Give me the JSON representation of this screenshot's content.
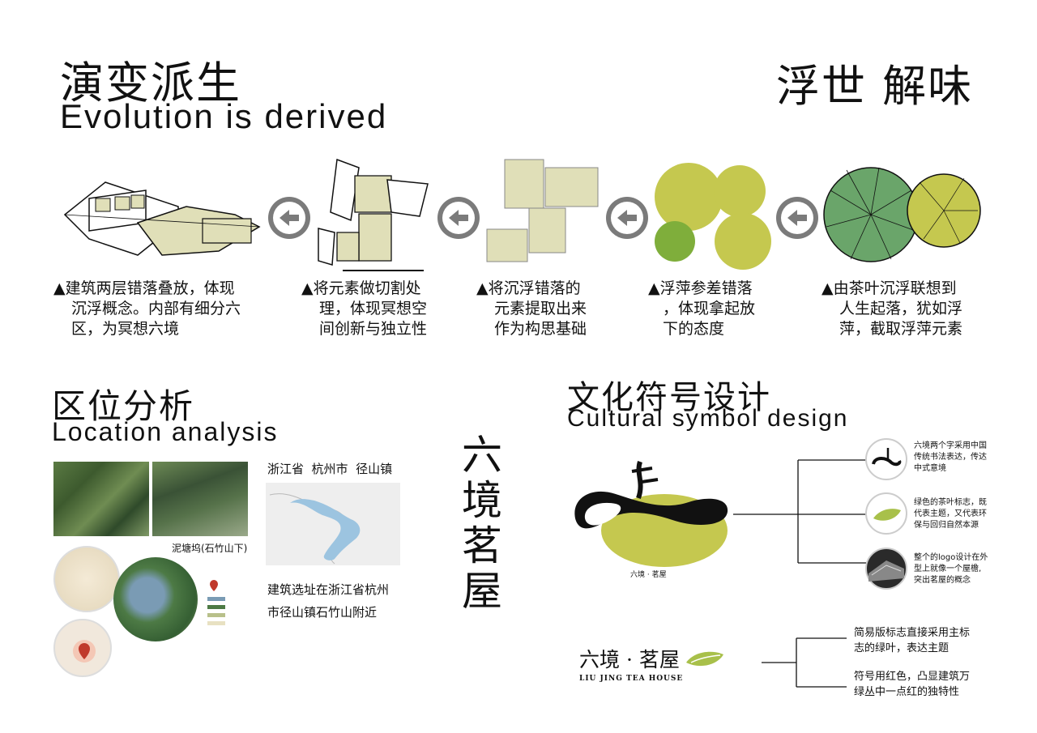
{
  "evolution": {
    "title_cn": "演变派生",
    "title_en": "Evolution is derived",
    "corner_title": "浮世 解味",
    "steps": [
      {
        "lines": [
          "▲建筑两层错落叠放，体现",
          "沉浮概念。内部有细分六",
          "区，为冥想六境"
        ]
      },
      {
        "lines": [
          "▲将元素做切割处",
          "理，体现冥想空",
          "间创新与独立性"
        ]
      },
      {
        "lines": [
          "▲将沉浮错落的",
          "元素提取出来",
          "作为构思基础"
        ]
      },
      {
        "lines": [
          "▲浮萍参差错落",
          "，体现拿起放",
          "下的态度"
        ]
      },
      {
        "lines": [
          "▲由茶叶沉浮联想到",
          "人生起落，犹如浮",
          "萍，截取浮萍元素"
        ]
      }
    ]
  },
  "location": {
    "title_cn": "区位分析",
    "title_en": "Location analysis",
    "region": "浙江省  杭州市  径山镇",
    "place_label": "泥塘坞(石竹山下)",
    "description_lines": [
      "建筑选址在浙江省杭州",
      "市径山镇石竹山附近"
    ]
  },
  "vertical_title": "六境茗屋",
  "symbol": {
    "title_cn": "文化符号设计",
    "title_en": "Cultural symbol design",
    "logo_caption": "六境 · 茗屋",
    "notes": [
      {
        "lines": [
          "六境两个字采用中国",
          "传统书法表达，传达",
          "中式意境"
        ]
      },
      {
        "lines": [
          "绿色的茶叶标志，既",
          "代表主题，又代表环",
          "保与回归自然本源"
        ]
      },
      {
        "lines": [
          "整个的logo设计在外",
          "型上就像一个屋檐,",
          "突出茗屋的概念"
        ]
      }
    ],
    "simple_logo_cn": "六境 · 茗屋",
    "simple_logo_en": "LIU JING TEA HOUSE",
    "simple_notes": [
      {
        "lines": [
          "简易版标志直接采用主标",
          "志的绿叶，表达主题"
        ]
      },
      {
        "lines": [
          "符号用红色，凸显建筑万",
          "绿丛中一点红的独特性"
        ]
      }
    ]
  },
  "colors": {
    "green_light": "#c5c84f",
    "green_dark": "#7fae3b",
    "leaf": "#6aa56a",
    "beige": "#e0dfb8",
    "arrow": "#7b7b7b"
  },
  "icons": [
    "arrow-left-icon",
    "location-pin-icon"
  ]
}
